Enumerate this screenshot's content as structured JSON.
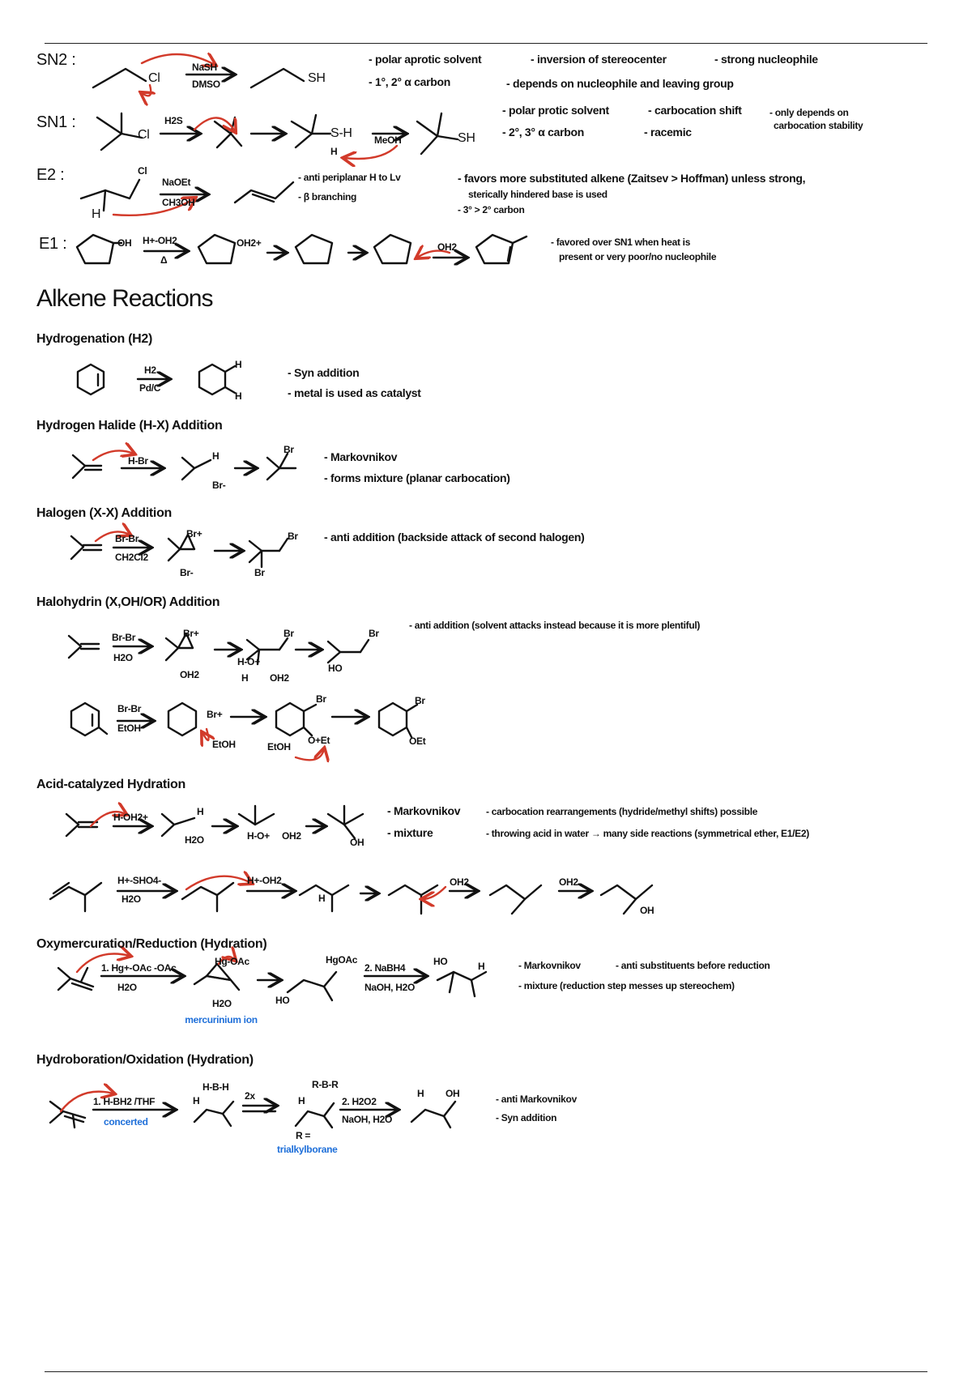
{
  "colors": {
    "ink": "#111111",
    "arrow": "#d23a2a",
    "annotation": "#1e6fd9"
  },
  "substitution_elimination": {
    "sn2": {
      "label": "SN2 :",
      "reagent_top": "NaSH",
      "reagent_bottom": "DMSO",
      "leaving": "Cl",
      "product_group": "SH",
      "notes": [
        "- polar aprotic solvent",
        "- inversion of stereocenter",
        "- strong nucleophile",
        "- 1°, 2° α carbon",
        "- depends on nucleophile and leaving group"
      ]
    },
    "sn1": {
      "label": "SN1 :",
      "reagent_top": "H2S",
      "leaving": "Cl",
      "intermediate": "S-H",
      "intermediate_h": "H",
      "reagent_2": "MeOH",
      "product_group": "SH",
      "notes": [
        "- polar protic solvent",
        "- carbocation shift",
        "- only depends on",
        "carbocation stability",
        "- 2°, 3° α carbon",
        "- racemic"
      ]
    },
    "e2": {
      "label": "E2 :",
      "reagent_top": "NaOEt",
      "reagent_bottom": "CH3OH",
      "leaving": "Cl",
      "h": "H",
      "notes": [
        "- anti periplanar H to Lv",
        "- β branching",
        "- favors more substituted alkene (Zaitsev > Hoffman) unless strong,",
        "sterically hindered base is used",
        "- 3° > 2° carbon"
      ]
    },
    "e1": {
      "label": "E1 :",
      "group": "OH",
      "reagent_top": "H+-OH2",
      "reagent_bottom": "Δ",
      "intermediate": "OH2+",
      "reagent_2": "OH2",
      "notes": [
        "- favored over SN1 when heat is",
        "present or very poor/no nucleophile"
      ]
    }
  },
  "alkene": {
    "heading": "Alkene Reactions",
    "hydrogenation": {
      "title": "Hydrogenation (H2)",
      "reagent_top": "H2",
      "reagent_bottom": "Pd/C",
      "h": "H",
      "notes": [
        "- Syn addition",
        "- metal is used as catalyst"
      ]
    },
    "hydrohalide": {
      "title": "Hydrogen Halide (H-X) Addition",
      "reagent": "H-Br",
      "h": "H",
      "br_minus": "Br-",
      "br": "Br",
      "notes": [
        "- Markovnikov",
        "- forms mixture (planar carbocation)"
      ]
    },
    "halogen": {
      "title": "Halogen (X-X) Addition",
      "reagent_top": "Br-Br",
      "reagent_bottom": "CH2Cl2",
      "br_plus": "Br+",
      "br_minus": "Br-",
      "br": "Br",
      "notes": [
        "- anti addition (backside attack of second halogen)"
      ]
    },
    "halohydrin": {
      "title": "Halohydrin (X,OH/OR) Addition",
      "reagent_top": "Br-Br",
      "reagent_bottom": "H2O",
      "br_plus": "Br+",
      "oh2": "OH2",
      "h_o": "H-O+",
      "h": "H",
      "br": "Br",
      "ho": "HO",
      "reagent2_top": "Br-Br",
      "reagent2_bottom": "EtOH",
      "etoh": "EtOH",
      "oet_plus": "O+Et",
      "oet": "OEt",
      "notes": [
        "- anti addition (solvent attacks instead because it is more plentiful)"
      ]
    },
    "acid_hydration": {
      "title": "Acid-catalyzed Hydration",
      "reagent": "H-OH2+",
      "h": "H",
      "h2o": "H2O",
      "h_o": "H-O+",
      "oh2": "OH2",
      "oh": "OH",
      "reagent2_top": "H+-SHO4-",
      "reagent2_bottom": "H2O",
      "reagent3": "H+-OH2",
      "h_shift": "H",
      "notes": [
        "- Markovnikov",
        "- carbocation rearrangements (hydride/methyl shifts) possible",
        "- mixture",
        "- throwing acid in water → many side reactions (symmetrical ether, E1/E2)"
      ]
    },
    "oxymercuration": {
      "title": "Oxymercuration/Reduction (Hydration)",
      "reagent_top": "1. Hg+-OAc -OAc",
      "reagent_bottom": "H2O",
      "hgoac": "Hg-OAc",
      "h2o": "H2O",
      "annotation": "mercurinium ion",
      "ho": "HO",
      "hgoac2": "HgOAc",
      "reagent2_top": "2. NaBH4",
      "reagent2_bottom": "NaOH, H2O",
      "h": "H",
      "notes": [
        "- Markovnikov",
        "- anti substituents before reduction",
        "- mixture (reduction step messes up stereochem)"
      ]
    },
    "hydroboration": {
      "title": "Hydroboration/Oxidation (Hydration)",
      "reagent": "1. H-BH2 /THF",
      "annotation": "concerted",
      "bh": "H-B-H",
      "h": "H",
      "x2": "2x",
      "rbr": "R-B-R",
      "r_def": "R =",
      "annotation2": "trialkylborane",
      "reagent2_top": "2. H2O2",
      "reagent2_bottom": "NaOH, H2O",
      "oh": "OH",
      "notes": [
        "- anti Markovnikov",
        "- Syn addition"
      ]
    }
  }
}
